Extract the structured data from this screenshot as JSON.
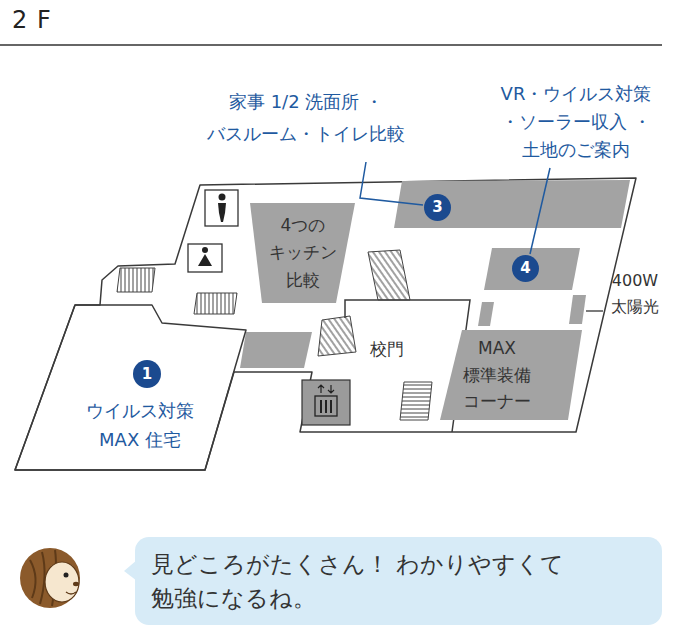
{
  "diagram": {
    "title": "2 F",
    "nodes": [
      {
        "text": [
          "ウイルス対策 MAX 住宅"
        ]
      },
      {
        "text": [
          "1"
        ],
        "in": 0
      },
      {
        "text": [
          "4つの キッチン 比較"
        ]
      },
      {
        "text": [
          "3"
        ]
      },
      {
        "text": [
          "4"
        ]
      },
      {
        "text": [
          "MAX 標準装備 コーナー"
        ]
      },
      {
        "text": [
          "見どころがたくさん！ わかりやすくて勉強になるね。"
        ]
      }
    ],
    "labels": [
      "家事 1/2 洗面所 ・バスルーム・トイレ比較",
      "VR・ウイルス対策 ・ソーラー収入 ・土地のご案内",
      "校門",
      "400W 太陽光"
    ]
  }
}
